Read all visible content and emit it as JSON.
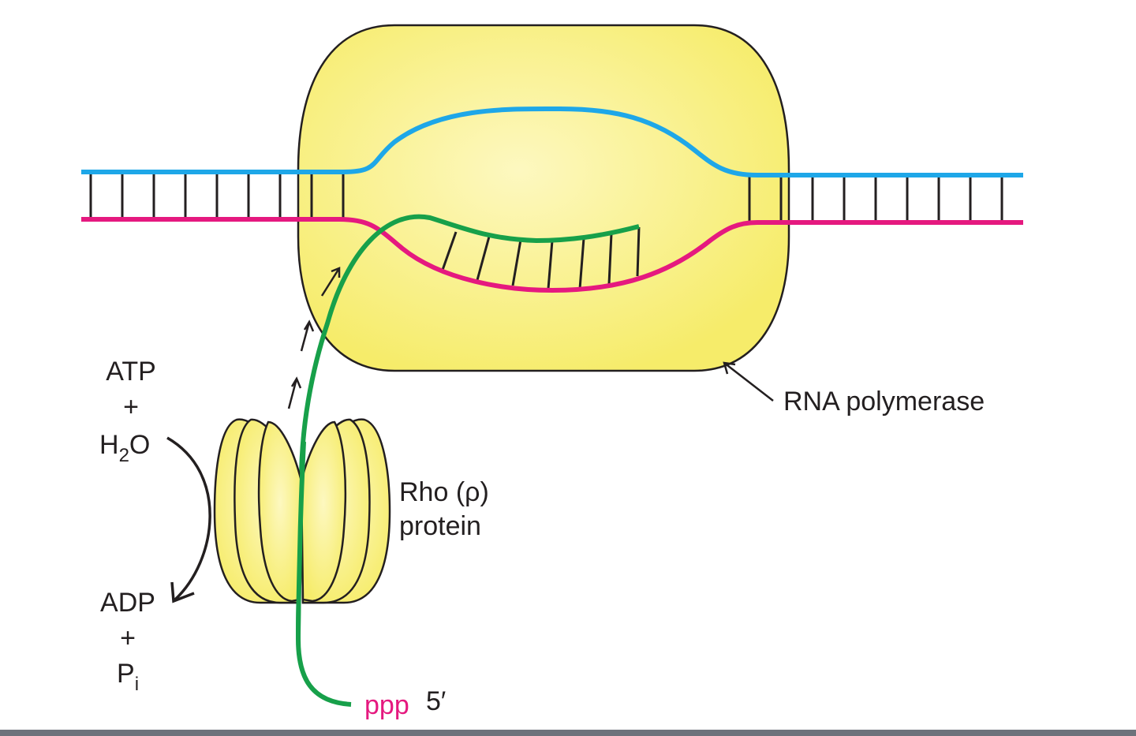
{
  "labels": {
    "rna_polymerase": "RNA polymerase",
    "rho_line1": "Rho (ρ)",
    "rho_line2": "protein",
    "atp": "ATP",
    "plus": "+",
    "h": "H",
    "h_sub": "2",
    "o": "O",
    "adp": "ADP",
    "p": "P",
    "p_sub": "i",
    "ppp": "ppp",
    "five_prime": "5′"
  },
  "colors": {
    "polymerase_fill": "#f6ec6a",
    "polymerase_highlight": "#fdf8c0",
    "template_strand": "#e5197f",
    "coding_strand": "#1ea7e8",
    "rna": "#17a04a",
    "ink": "#231f20",
    "bottom_bar": "#6d727b"
  },
  "icons": {
    "rho": "rho-hexamer-icon",
    "polymerase": "rna-polymerase-icon"
  }
}
